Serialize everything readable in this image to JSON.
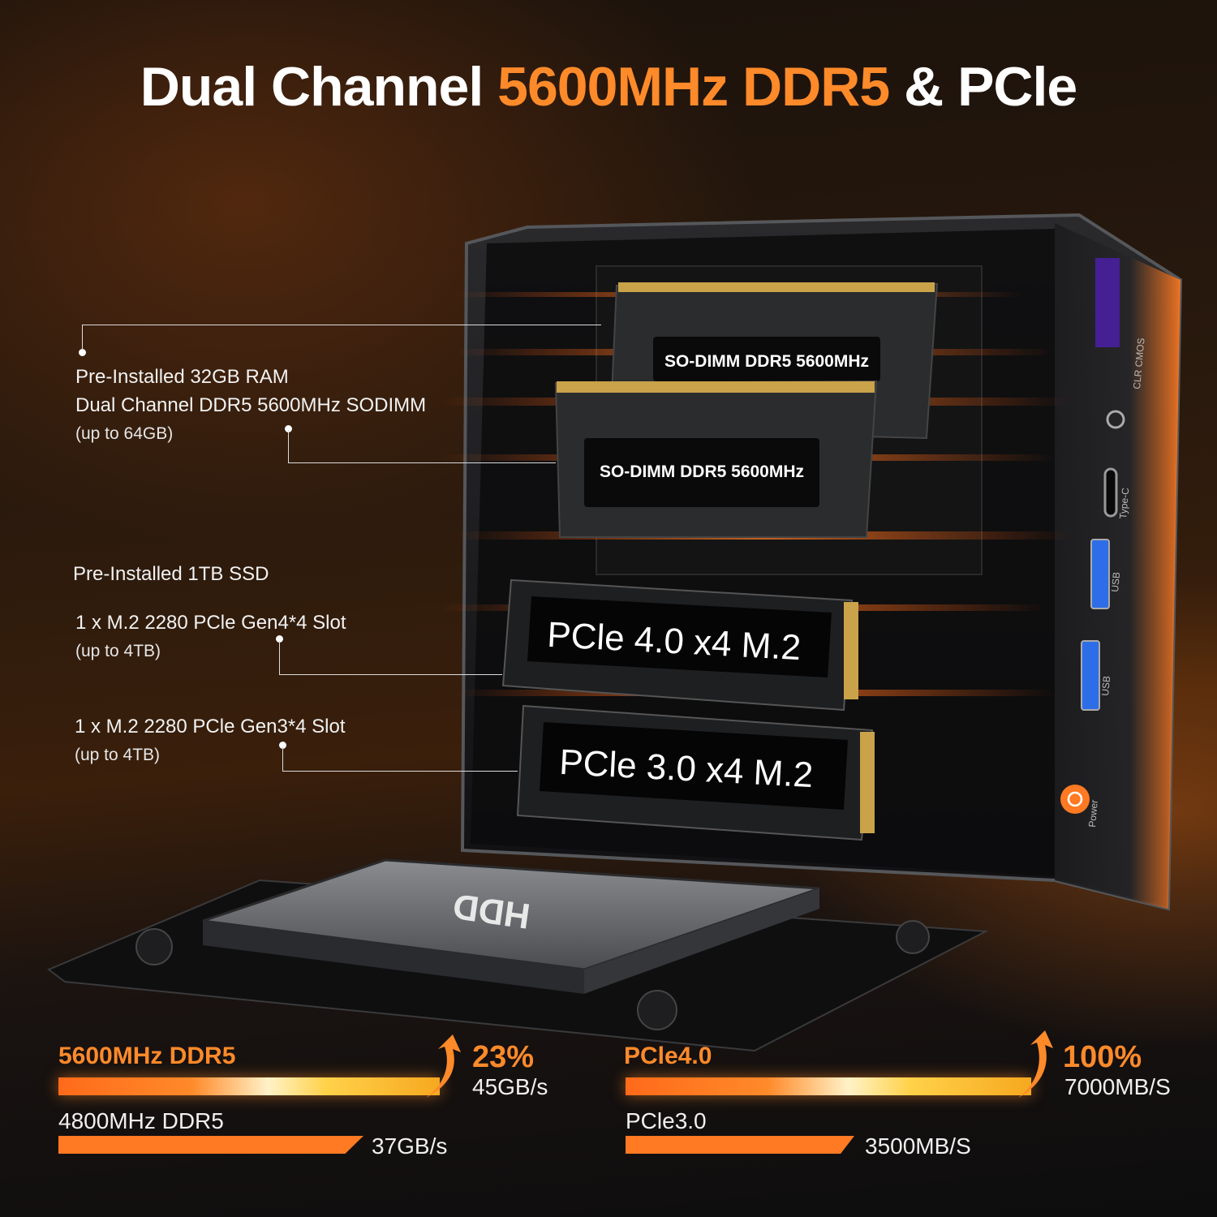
{
  "headline": {
    "part1": "Dual Channel ",
    "accent": "5600MHz DDR5",
    "part2": " & PCle"
  },
  "callouts": {
    "ram": {
      "line1": "Pre-Installed 32GB RAM",
      "line2": "Dual Channel DDR5 5600MHz SODIMM",
      "line3": "(up to 64GB)"
    },
    "ssd_title": "Pre-Installed 1TB SSD",
    "m2_gen4": {
      "line1": "1 x M.2 2280 PCle Gen4*4 Slot",
      "line2": "(up to 4TB)"
    },
    "m2_gen3": {
      "line1": "1 x M.2 2280 PCle Gen3*4 Slot",
      "line2": "(up to 4TB)"
    }
  },
  "modules": {
    "ram_top_label": "SO-DIMM DDR5 5600MHz",
    "ram_bottom_label": "SO-DIMM DDR5 5600MHz",
    "ssd_top_label": "PCle 4.0 x4 M.2",
    "ssd_bottom_label": "PCle 3.0 x4 M.2",
    "hdd_label": "HDD"
  },
  "ports": {
    "clr_cmos": "CLR CMOS",
    "type_c": "Type-C",
    "usb1": "USB",
    "usb2": "USB",
    "power": "Power"
  },
  "comparisons": {
    "memory": {
      "new_label": "5600MHz DDR5",
      "percent": "23%",
      "new_speed": "45GB/s",
      "old_label": "4800MHz DDR5",
      "old_speed": "37GB/s",
      "new_value": 45,
      "old_value": 37
    },
    "storage": {
      "new_label": "PCle4.0",
      "percent": "100%",
      "new_speed": "7000MB/S",
      "old_label": "PCle3.0",
      "old_speed": "3500MB/S",
      "new_value": 7000,
      "old_value": 3500
    }
  },
  "colors": {
    "accent": "#ff8a2a",
    "bar_slow": "#ff7a22",
    "device_body": "#161616"
  }
}
